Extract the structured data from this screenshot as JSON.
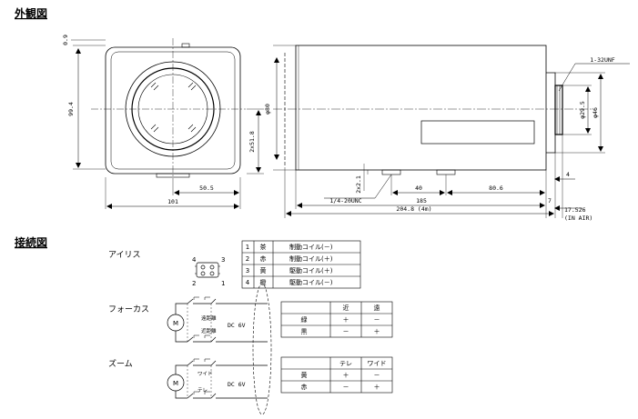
{
  "sections": {
    "exterior_title": "外観図",
    "wiring_title": "接続図"
  },
  "front_view": {
    "dim_top": "0.9",
    "dim_height": "99.4",
    "dim_center_height": "2x51.8",
    "dim_half_width": "50.5",
    "dim_width": "101"
  },
  "side_view": {
    "dim_diameter": "φ80",
    "dim_thread": "1-32UNF",
    "dim_d1": "φ29.5",
    "dim_d2": "φ46",
    "dim_step": "2x2.1",
    "dim_tripod": "1/4-20UNC",
    "dim_40": "40",
    "dim_80_6": "80.6",
    "dim_185": "185",
    "dim_7": "7",
    "dim_4": "4",
    "dim_total": "204.8 (4m)",
    "dim_flange": "17.526",
    "dim_flange_note": "(IN AIR)"
  },
  "iris": {
    "label": "アイリス",
    "pins": [
      "4",
      "3",
      "2",
      "1"
    ],
    "table": [
      {
        "num": "1",
        "color": "茶",
        "func": "制動コイル(－)"
      },
      {
        "num": "2",
        "color": "赤",
        "func": "制動コイル(＋)"
      },
      {
        "num": "3",
        "color": "黄",
        "func": "駆動コイル(＋)"
      },
      {
        "num": "4",
        "color": "橙",
        "func": "駆動コイル(－)"
      }
    ]
  },
  "focus": {
    "label": "フォーカス",
    "motor": "M",
    "sw_far": "遠距離",
    "sw_near": "近距離",
    "voltage": "DC 6V",
    "headers": [
      "近",
      "遠"
    ],
    "rows": [
      {
        "wire": "緑",
        "near": "＋",
        "far": "－"
      },
      {
        "wire": "黒",
        "near": "－",
        "far": "＋"
      }
    ]
  },
  "zoom": {
    "label": "ズーム",
    "motor": "M",
    "sw_wide": "ワイド",
    "sw_tele": "テレ",
    "voltage": "DC 6V",
    "headers": [
      "テレ",
      "ワイド"
    ],
    "rows": [
      {
        "wire": "黄",
        "tele": "＋",
        "wide": "－"
      },
      {
        "wire": "赤",
        "tele": "－",
        "wide": "＋"
      }
    ]
  }
}
